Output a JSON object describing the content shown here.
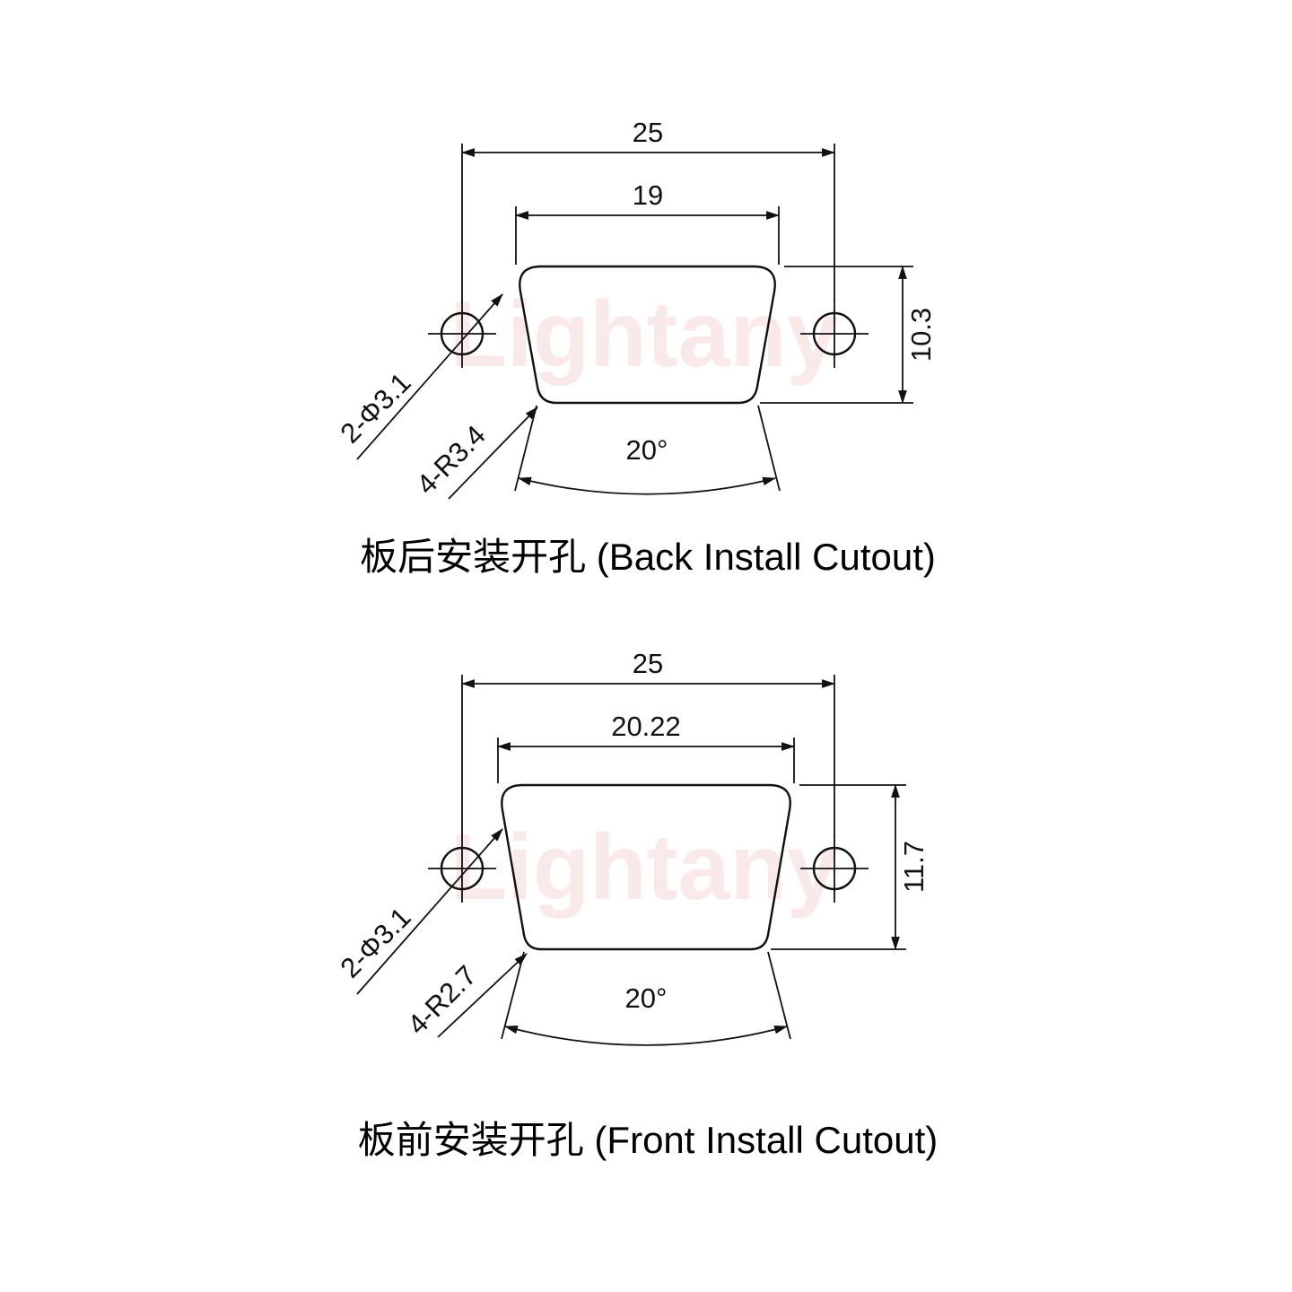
{
  "watermark": {
    "text": "Lightany"
  },
  "diagrams": [
    {
      "title": "板后安装开孔 (Back Install Cutout)",
      "dim_overall_width": "25",
      "dim_top_width": "19",
      "dim_height": "10.3",
      "label_holes": "2-Φ3.1",
      "label_radius": "4-R3.4",
      "label_angle": "20°"
    },
    {
      "title": "板前安装开孔 (Front Install Cutout)",
      "dim_overall_width": "25",
      "dim_top_width": "20.22",
      "dim_height": "11.7",
      "label_holes": "2-Φ3.1",
      "label_radius": "4-R2.7",
      "label_angle": "20°"
    }
  ]
}
